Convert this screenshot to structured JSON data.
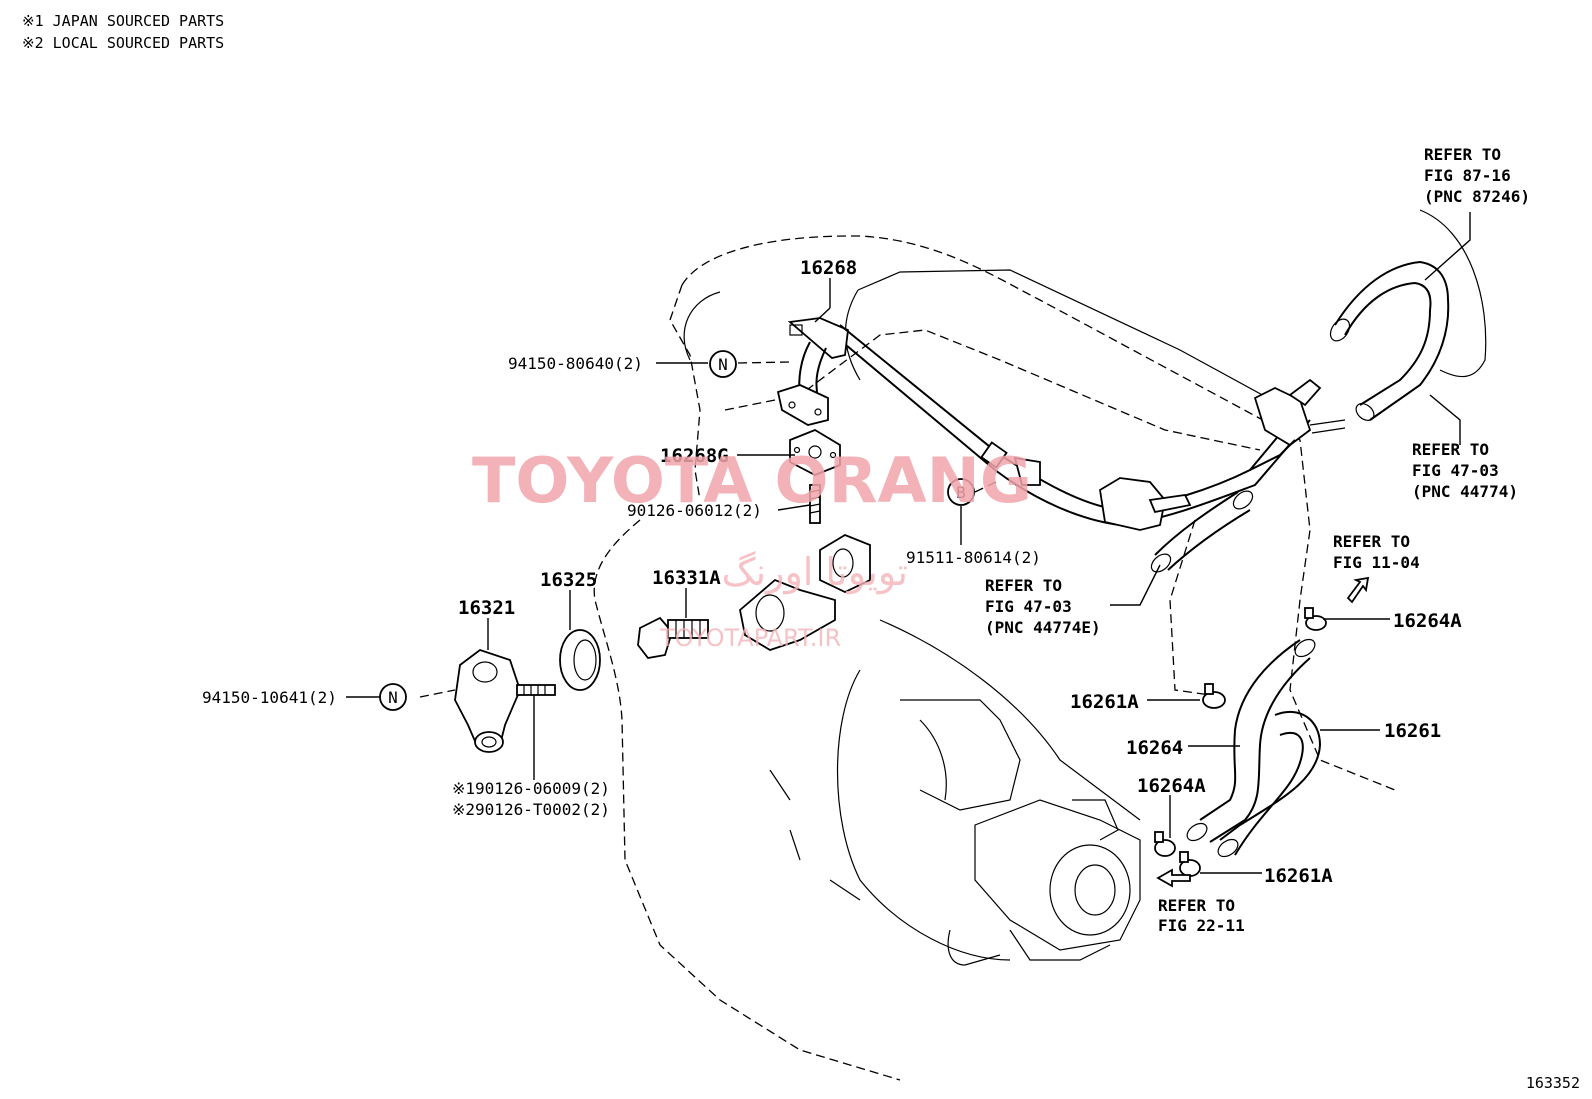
{
  "notes": [
    "※1 JAPAN SOURCED PARTS",
    "※2 LOCAL SOURCED PARTS"
  ],
  "watermark": {
    "main": "TOYOTA ORANG",
    "persian": "تویوتا اورنگ",
    "site": "TOYOTAPART.IR"
  },
  "figure_id": "163352",
  "callouts": {
    "c16268": "16268",
    "c16268G": "16268G",
    "c16325": "16325",
    "c16331A": "16331A",
    "c16321": "16321",
    "c16264A_top": "16264A",
    "c16261A_mid": "16261A",
    "c16264": "16264",
    "c16261": "16261",
    "c16264A_bot": "16264A",
    "c16261A_bot": "16261A"
  },
  "fastener_labels": {
    "f94150_80640": "94150-80640(2)",
    "f90126_06012": "90126-06012(2)",
    "f91511_80614": "91511-80614(2)",
    "f94150_10641": "94150-10641(2)",
    "f90126_06009": "※190126-06009(2)",
    "f90126_T0002": "※290126-T0002(2)"
  },
  "symbols": {
    "N": "N",
    "B": "B"
  },
  "references": {
    "r87_16": [
      "REFER TO",
      "FIG 87-16",
      "(PNC 87246)"
    ],
    "r47_03a": [
      "REFER TO",
      "FIG 47-03",
      "(PNC 44774)"
    ],
    "r11_04": [
      "REFER TO",
      "FIG 11-04"
    ],
    "r47_03b": [
      "REFER TO",
      "FIG 47-03",
      "(PNC 44774E)"
    ],
    "r22_11": [
      "REFER TO",
      "FIG 22-11"
    ]
  }
}
